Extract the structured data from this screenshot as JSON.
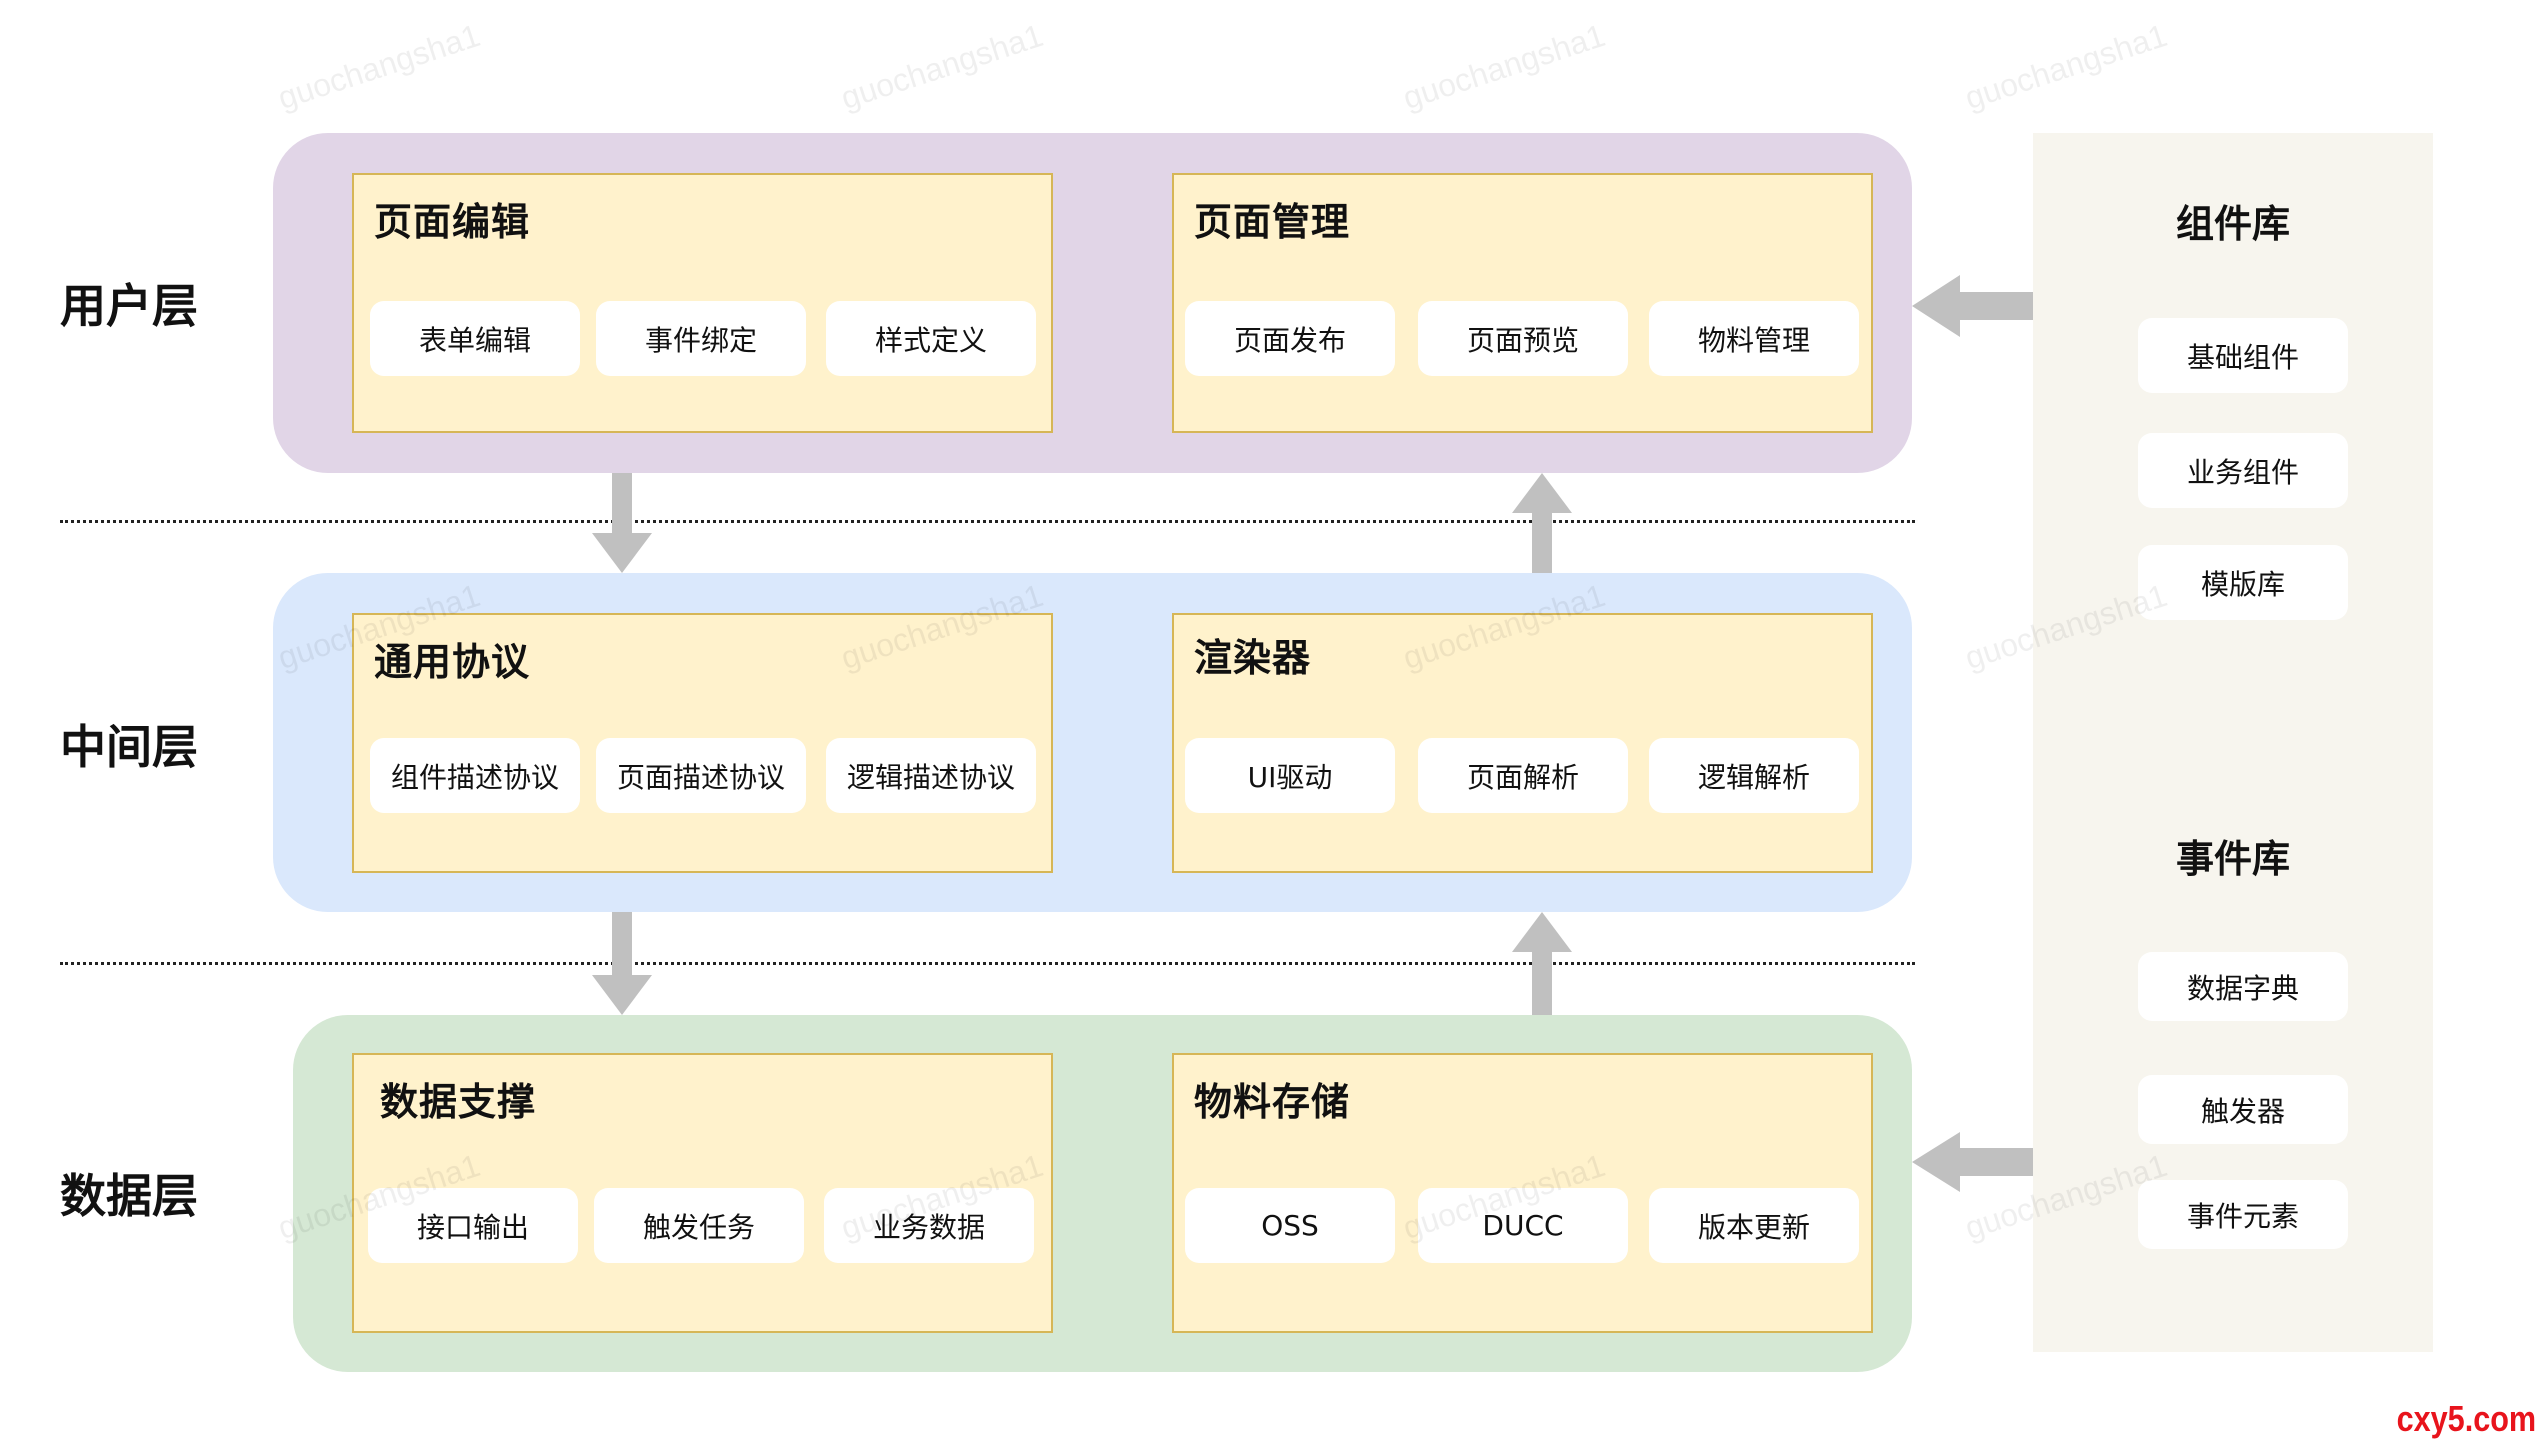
{
  "layers": {
    "user": {
      "label": "用户层",
      "modules": [
        {
          "title": "页面编辑",
          "items": [
            "表单编辑",
            "事件绑定",
            "样式定义"
          ]
        },
        {
          "title": "页面管理",
          "items": [
            "页面发布",
            "页面预览",
            "物料管理"
          ]
        }
      ]
    },
    "middle": {
      "label": "中间层",
      "modules": [
        {
          "title": "通用协议",
          "items": [
            "组件描述协议",
            "页面描述协议",
            "逻辑描述协议"
          ]
        },
        {
          "title": "渲染器",
          "items": [
            "UI驱动",
            "页面解析",
            "逻辑解析"
          ]
        }
      ]
    },
    "data": {
      "label": "数据层",
      "modules": [
        {
          "title": "数据支撑",
          "items": [
            "接口输出",
            "触发任务",
            "业务数据"
          ]
        },
        {
          "title": "物料存储",
          "items": [
            "OSS",
            "DUCC",
            "版本更新"
          ]
        }
      ]
    }
  },
  "side_panel": {
    "component_library": {
      "title": "组件库",
      "items": [
        "基础组件",
        "业务组件",
        "模版库"
      ]
    },
    "event_library": {
      "title": "事件库",
      "items": [
        "数据字典",
        "触发器",
        "事件元素"
      ]
    }
  },
  "colors": {
    "user_layer": "#e1d5e7",
    "middle_layer": "#dae8fc",
    "data_layer": "#d5e8d4",
    "module_fill": "#fff2cc",
    "module_border": "#d6b656",
    "side_panel": "#f7f5ee",
    "arrow": "#c0c0c0"
  },
  "watermark": "guochangsha1",
  "badge": "cxy5.com"
}
